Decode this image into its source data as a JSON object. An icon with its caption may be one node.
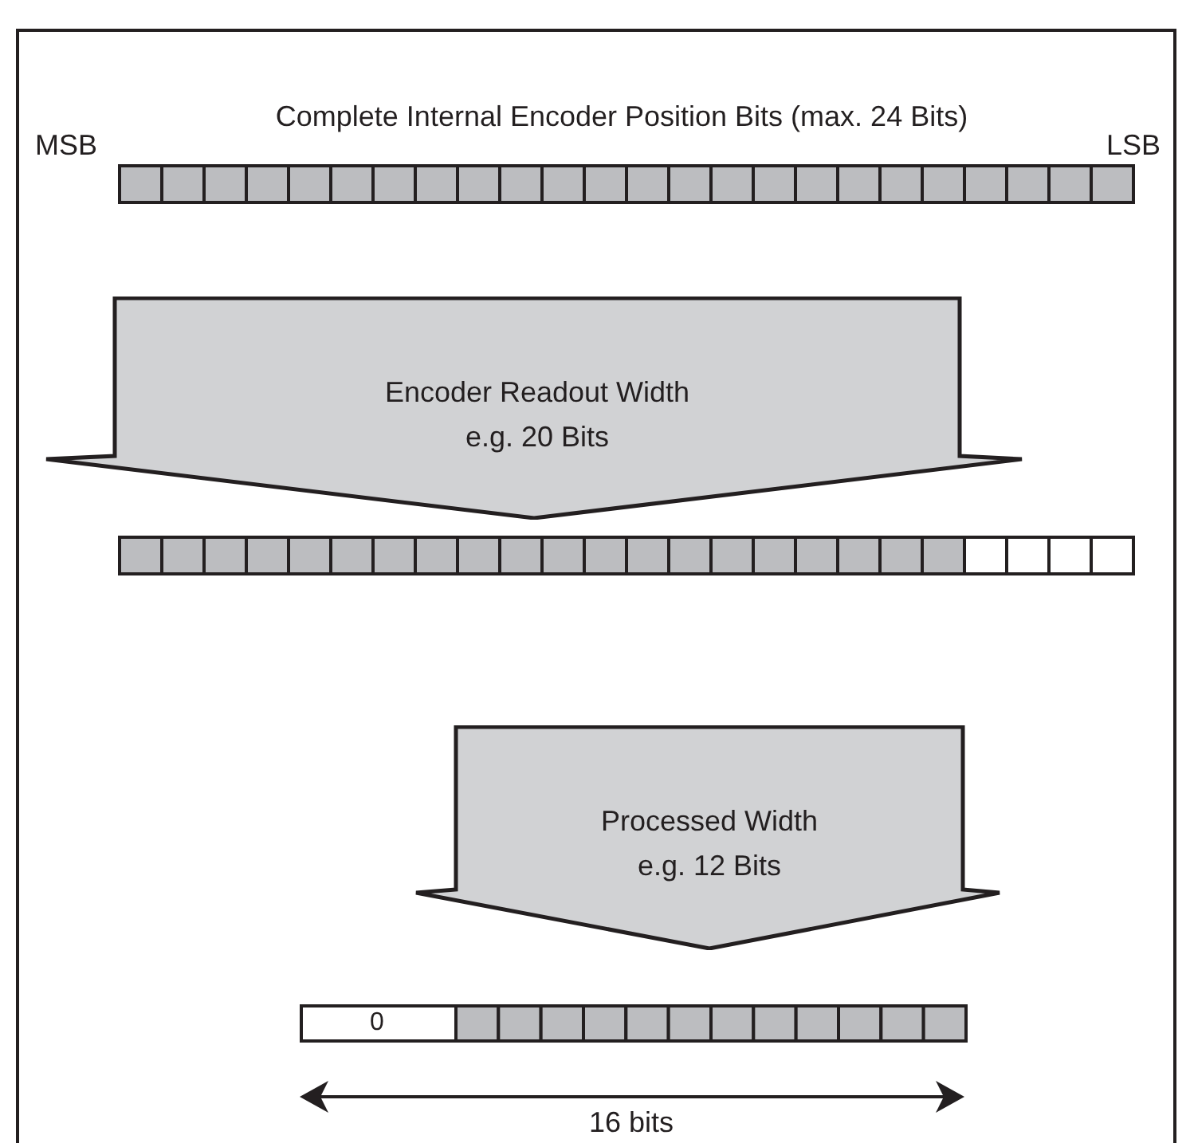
{
  "diagram": {
    "nodes": [
      {
        "text": [],
        "shape": "bar"
      },
      {
        "text": [
          "Encoder Readout Width",
          "e.g. 20 Bits"
        ]
      },
      {
        "text": [],
        "shape": "bar"
      },
      {
        "text": [
          "Processed Width",
          "e.g. 12 Bits"
        ]
      },
      {
        "text": [
          "0"
        ]
      }
    ],
    "edges": [],
    "labels": [
      "MSB",
      "Complete Internal Encoder Position Bits (max. 24 Bits)",
      "LSB",
      "16 bits"
    ]
  }
}
